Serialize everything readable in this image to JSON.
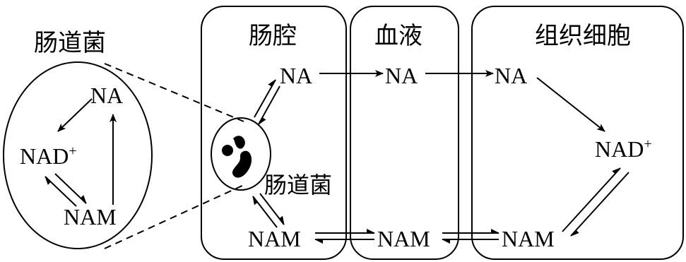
{
  "compartments": {
    "gut_bacteria_title": "肠道菌",
    "intestinal_lumen": "肠腔",
    "blood": "血液",
    "tissue_cells": "组织细胞",
    "bacterium_label": "肠道菌"
  },
  "molecules": {
    "na": "NA",
    "nad": "NAD",
    "nad_superscript": "+",
    "nam": "NAM"
  }
}
